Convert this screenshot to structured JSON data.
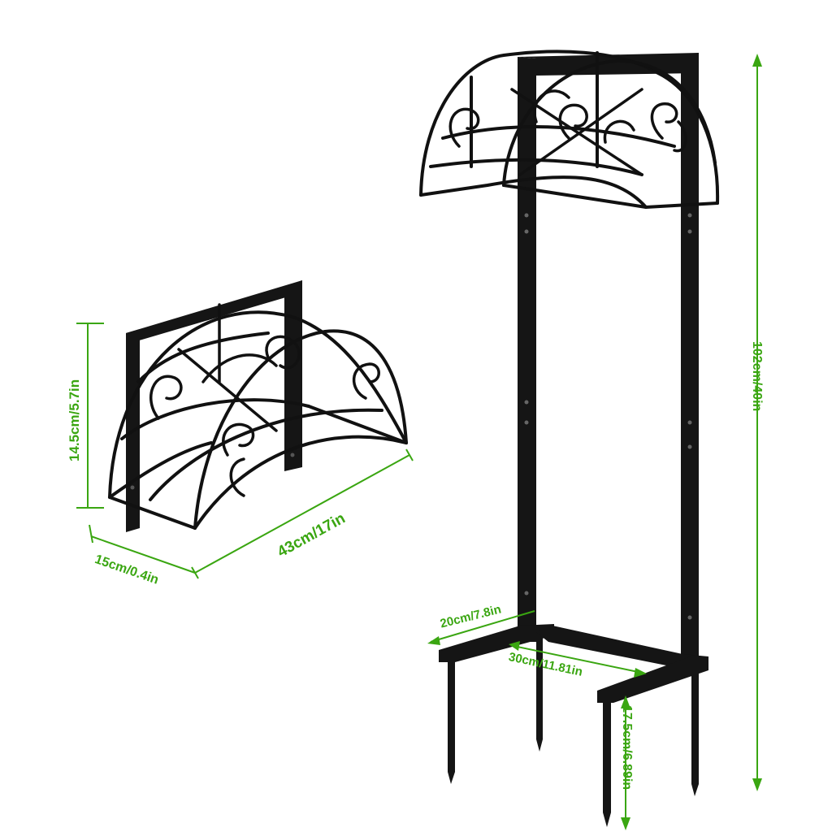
{
  "colors": {
    "dimension": "#3aa611",
    "metal": "#151515",
    "background": "#ffffff"
  },
  "wall_rack": {
    "height_label": "14.5cm/5.7in",
    "width_label": "43cm/17in",
    "depth_label": "15cm/0.4in"
  },
  "stand": {
    "height_label": "102cm/40in",
    "base_width_label": "20cm/7.8in",
    "base_depth_label": "30cm/11.81in",
    "stake_label": "17.5cm/6.89in"
  }
}
